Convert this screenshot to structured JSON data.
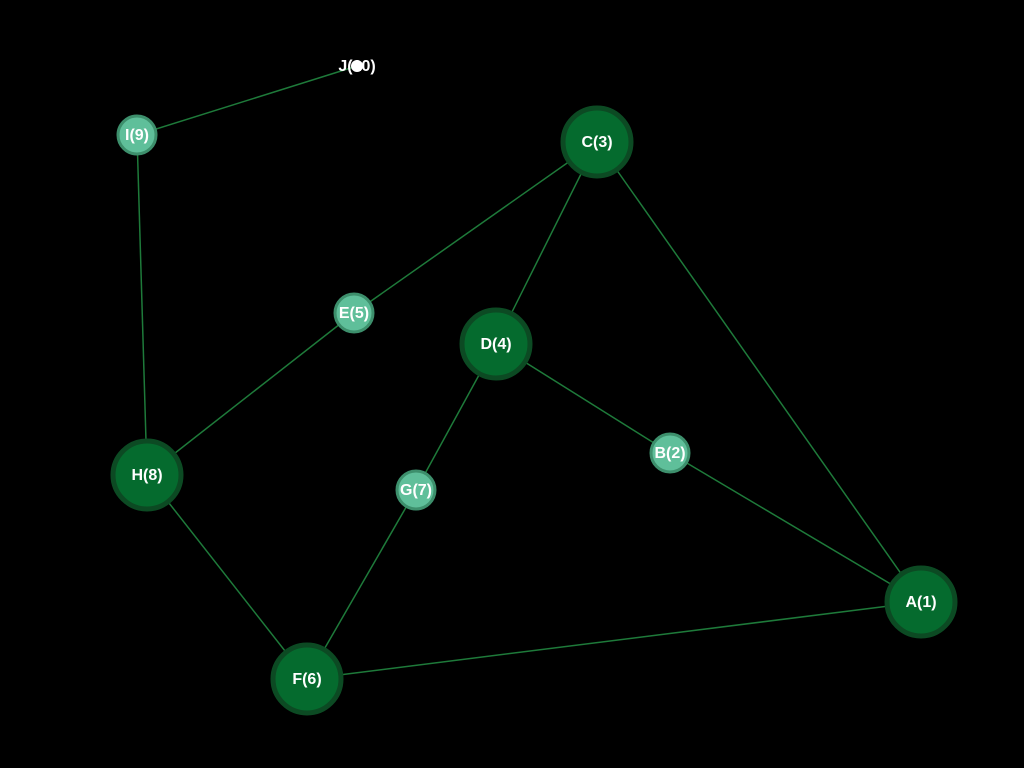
{
  "colors": {
    "background": "#000000",
    "edge": "#1e7a3a",
    "large_node_fill": "#056b2e",
    "large_node_ring": "#0c4a23",
    "small_node_fill": "#5fbf9a",
    "small_node_ring": "#3d8f6c",
    "tiny_node_fill": "#ffffff",
    "label": "#ffffff"
  },
  "nodes": [
    {
      "id": "A",
      "label": "A(1)",
      "size": "large"
    },
    {
      "id": "B",
      "label": "B(2)",
      "size": "small"
    },
    {
      "id": "C",
      "label": "C(3)",
      "size": "large"
    },
    {
      "id": "D",
      "label": "D(4)",
      "size": "large"
    },
    {
      "id": "E",
      "label": "E(5)",
      "size": "small"
    },
    {
      "id": "F",
      "label": "F(6)",
      "size": "large"
    },
    {
      "id": "G",
      "label": "G(7)",
      "size": "small"
    },
    {
      "id": "H",
      "label": "H(8)",
      "size": "large"
    },
    {
      "id": "I",
      "label": "I(9)",
      "size": "small"
    },
    {
      "id": "J",
      "label": "J(10)",
      "size": "tiny"
    }
  ],
  "edges": [
    {
      "from": "J",
      "to": "I"
    },
    {
      "from": "I",
      "to": "H"
    },
    {
      "from": "H",
      "to": "E"
    },
    {
      "from": "E",
      "to": "C"
    },
    {
      "from": "C",
      "to": "D"
    },
    {
      "from": "C",
      "to": "A"
    },
    {
      "from": "D",
      "to": "B"
    },
    {
      "from": "B",
      "to": "A"
    },
    {
      "from": "D",
      "to": "G"
    },
    {
      "from": "G",
      "to": "F"
    },
    {
      "from": "H",
      "to": "F"
    },
    {
      "from": "F",
      "to": "A"
    }
  ]
}
